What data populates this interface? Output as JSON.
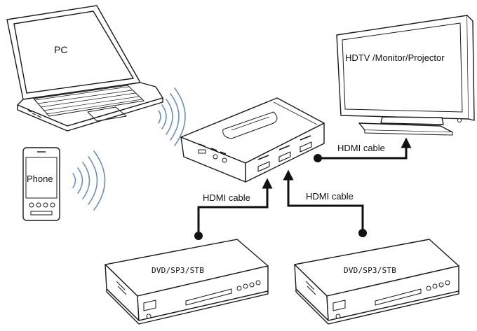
{
  "labels": {
    "pc": "PC",
    "phone": "Phone",
    "display": "HDTV /Monitor/Projector",
    "cable_left": "HDMI cable",
    "cable_right": "HDMI cable",
    "cable_output": "HDMI cable",
    "player_left": "DVD/SP3/STB",
    "player_right": "DVD/SP3/STB"
  },
  "colors": {
    "line": "#111111",
    "wireless": "#6c8fb8"
  }
}
